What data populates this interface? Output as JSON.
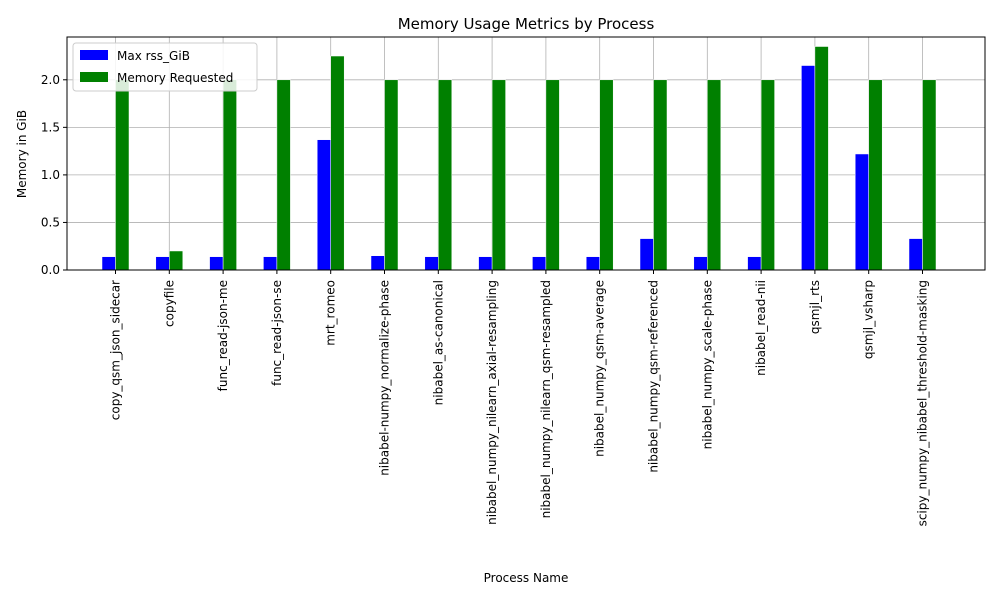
{
  "chart_data": {
    "type": "bar",
    "title": "Memory Usage Metrics by Process",
    "xlabel": "Process Name",
    "ylabel": "Memory in GiB",
    "ylim": [
      0,
      2.45
    ],
    "yticks": [
      0.0,
      0.5,
      1.0,
      1.5,
      2.0
    ],
    "ytick_labels": [
      "0.0",
      "0.5",
      "1.0",
      "1.5",
      "2.0"
    ],
    "grid": true,
    "legend_position": "upper-left",
    "categories": [
      "copy_qsm_json_sidecar",
      "copyfile",
      "func_read-json-me",
      "func_read-json-se",
      "mrt_romeo",
      "nibabel-numpy_normalize-phase",
      "nibabel_as-canonical",
      "nibabel_numpy_nilearn_axial-resampling",
      "nibabel_numpy_nilearn_qsm-resampled",
      "nibabel_numpy_qsm-average",
      "nibabel_numpy_qsm-referenced",
      "nibabel_numpy_scale-phase",
      "nibabel_read-nii",
      "qsmjl_rts",
      "qsmjl_vsharp",
      "scipy_numpy_nibabel_threshold-masking"
    ],
    "series": [
      {
        "name": "Max rss_GiB",
        "color": "#0000ff",
        "values": [
          0.14,
          0.14,
          0.14,
          0.14,
          1.37,
          0.15,
          0.14,
          0.14,
          0.14,
          0.14,
          0.33,
          0.14,
          0.14,
          2.15,
          1.22,
          0.33
        ]
      },
      {
        "name": "Memory Requested",
        "color": "#008000",
        "values": [
          2.0,
          0.2,
          2.0,
          2.0,
          2.25,
          2.0,
          2.0,
          2.0,
          2.0,
          2.0,
          2.0,
          2.0,
          2.0,
          2.35,
          2.0,
          2.0
        ]
      }
    ]
  }
}
